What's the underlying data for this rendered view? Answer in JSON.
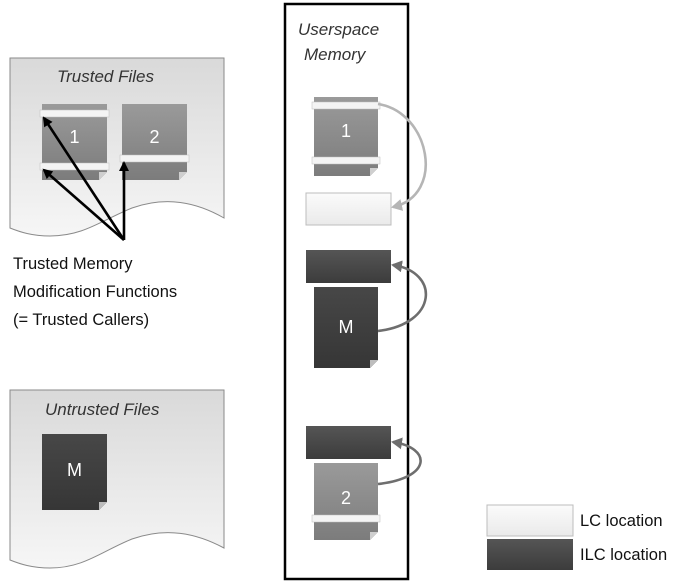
{
  "trusted_panel": {
    "title": "Trusted Files"
  },
  "untrusted_panel": {
    "title": "Untrusted Files"
  },
  "userspace": {
    "title_line1": "Userspace",
    "title_line2": "Memory"
  },
  "documents": {
    "trusted_1": "1",
    "trusted_2": "2",
    "untrusted_m": "M",
    "mem_1": "1",
    "mem_m": "M",
    "mem_2": "2"
  },
  "functions_label": {
    "line1": "Trusted Memory",
    "line2": "Modification Functions",
    "line3": "(= Trusted Callers)"
  },
  "legend": {
    "lc": {
      "label": "LC location",
      "color": "#f2f2f2"
    },
    "ilc": {
      "label": "ILC location",
      "color": "#4a4a4a"
    }
  },
  "colors": {
    "panel_fill": "#dedede",
    "doc_light": "#8c8c8c",
    "doc_dark": "#3f3f3f",
    "arrow_light": "#b5b5b5",
    "arrow_dark": "#6e6e6e"
  }
}
